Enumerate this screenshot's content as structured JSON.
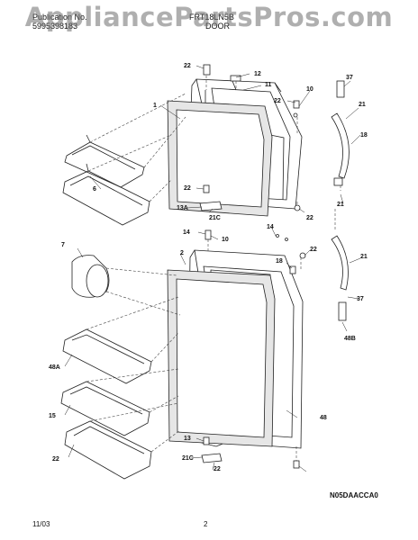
{
  "header": {
    "publication_label": "Publication No.",
    "publication_number": "5995398183",
    "model": "FRT18LN5B",
    "section": "DOOR"
  },
  "watermark": "AppliancePartsPros.com",
  "diagram_code": "N05DAACCA0",
  "footer": {
    "date": "11/03",
    "page": "2"
  },
  "callouts": [
    "22",
    "12",
    "11",
    "1",
    "22",
    "10",
    "37",
    "21",
    "18",
    "6",
    "22",
    "13A",
    "21C",
    "21",
    "22",
    "14",
    "7",
    "2",
    "14",
    "10",
    "22",
    "18",
    "21",
    "37",
    "48B",
    "48A",
    "15",
    "48",
    "22",
    "13",
    "21C",
    "22"
  ]
}
